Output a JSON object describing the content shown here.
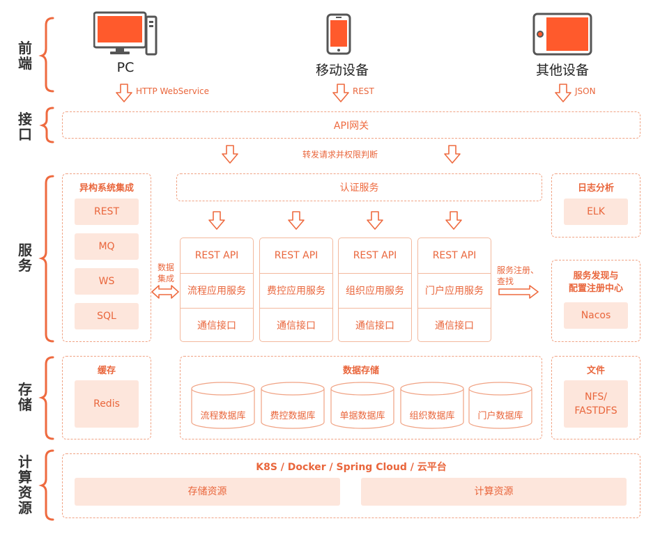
{
  "layers": {
    "frontend": "前端",
    "interface": "接口",
    "service": "服务",
    "storage": "存储",
    "compute": "计算资源"
  },
  "devices": [
    {
      "label": "PC",
      "protocol": "HTTP WebService",
      "icon": "desktop-icon"
    },
    {
      "label": "移动设备",
      "protocol": "REST",
      "icon": "mobile-icon"
    },
    {
      "label": "其他设备",
      "protocol": "JSON",
      "icon": "tablet-icon"
    }
  ],
  "gateway": {
    "label": "API网关",
    "forward_note": "转发请求并权限判断"
  },
  "hetero": {
    "title": "异构系统集成",
    "items": [
      "REST",
      "MQ",
      "WS",
      "SQL"
    ],
    "arrow_label_1": "数据",
    "arrow_label_2": "集成"
  },
  "auth": {
    "label": "认证服务"
  },
  "api_modules": [
    {
      "head": "REST API",
      "service": "流程应用服务",
      "comm": "通信接口"
    },
    {
      "head": "REST API",
      "service": "费控应用服务",
      "comm": "通信接口"
    },
    {
      "head": "REST API",
      "service": "组织应用服务",
      "comm": "通信接口"
    },
    {
      "head": "REST API",
      "service": "门户应用服务",
      "comm": "通信接口"
    }
  ],
  "log": {
    "title": "日志分析",
    "item": "ELK"
  },
  "discovery": {
    "title_1": "服务发现与",
    "title_2": "配置注册中心",
    "item": "Nacos",
    "arrow_label_1": "服务注册、",
    "arrow_label_2": "查找"
  },
  "cache": {
    "title": "缓存",
    "item": "Redis"
  },
  "datastore": {
    "title": "数据存储",
    "dbs": [
      "流程数据库",
      "费控数据库",
      "单据数据库",
      "组织数据库",
      "门户数据库"
    ]
  },
  "files": {
    "title": "文件",
    "item_1": "NFS/",
    "item_2": "FASTDFS"
  },
  "compute": {
    "title": "K8S / Docker / Spring Cloud / 云平台",
    "storage_res": "存储资源",
    "compute_res": "计算资源"
  }
}
